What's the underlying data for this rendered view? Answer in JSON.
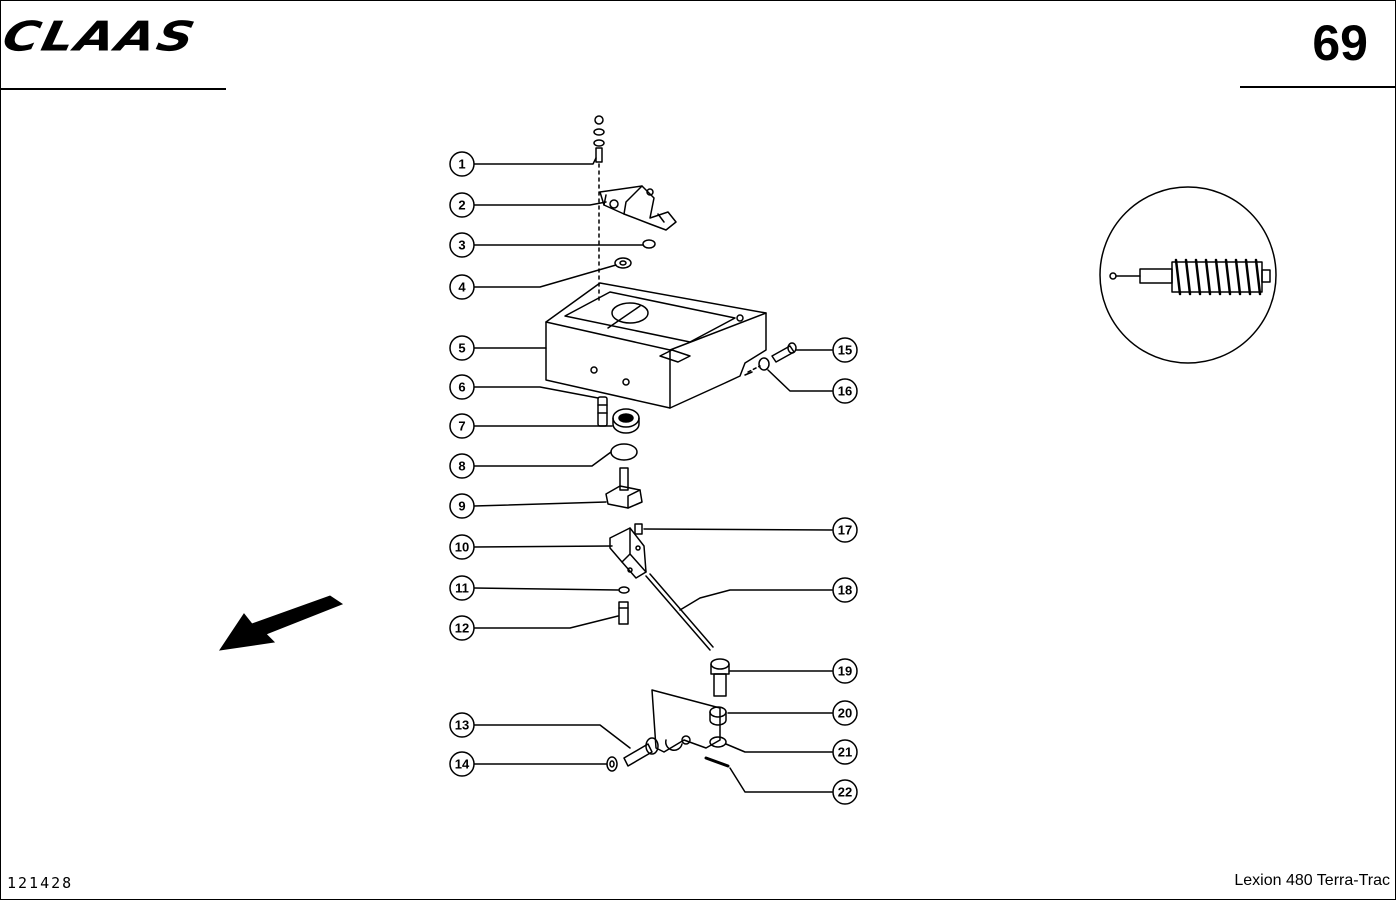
{
  "header": {
    "logo_text": "CLAAS",
    "page_number": "69"
  },
  "footer": {
    "drawing_number": "121428",
    "model": "Lexion 480 Terra-Trac"
  },
  "callouts": {
    "c1": "1",
    "c2": "2",
    "c3": "3",
    "c4": "4",
    "c5": "5",
    "c6": "6",
    "c7": "7",
    "c8": "8",
    "c9": "9",
    "c10": "10",
    "c11": "11",
    "c12": "12",
    "c13": "13",
    "c14": "14",
    "c15": "15",
    "c16": "16",
    "c17": "17",
    "c18": "18",
    "c19": "19",
    "c20": "20",
    "c21": "21",
    "c22": "22"
  },
  "icons": {
    "detail_symbol": "worm-gear-detail-icon",
    "direction_arrow": "direction-arrow-icon"
  }
}
